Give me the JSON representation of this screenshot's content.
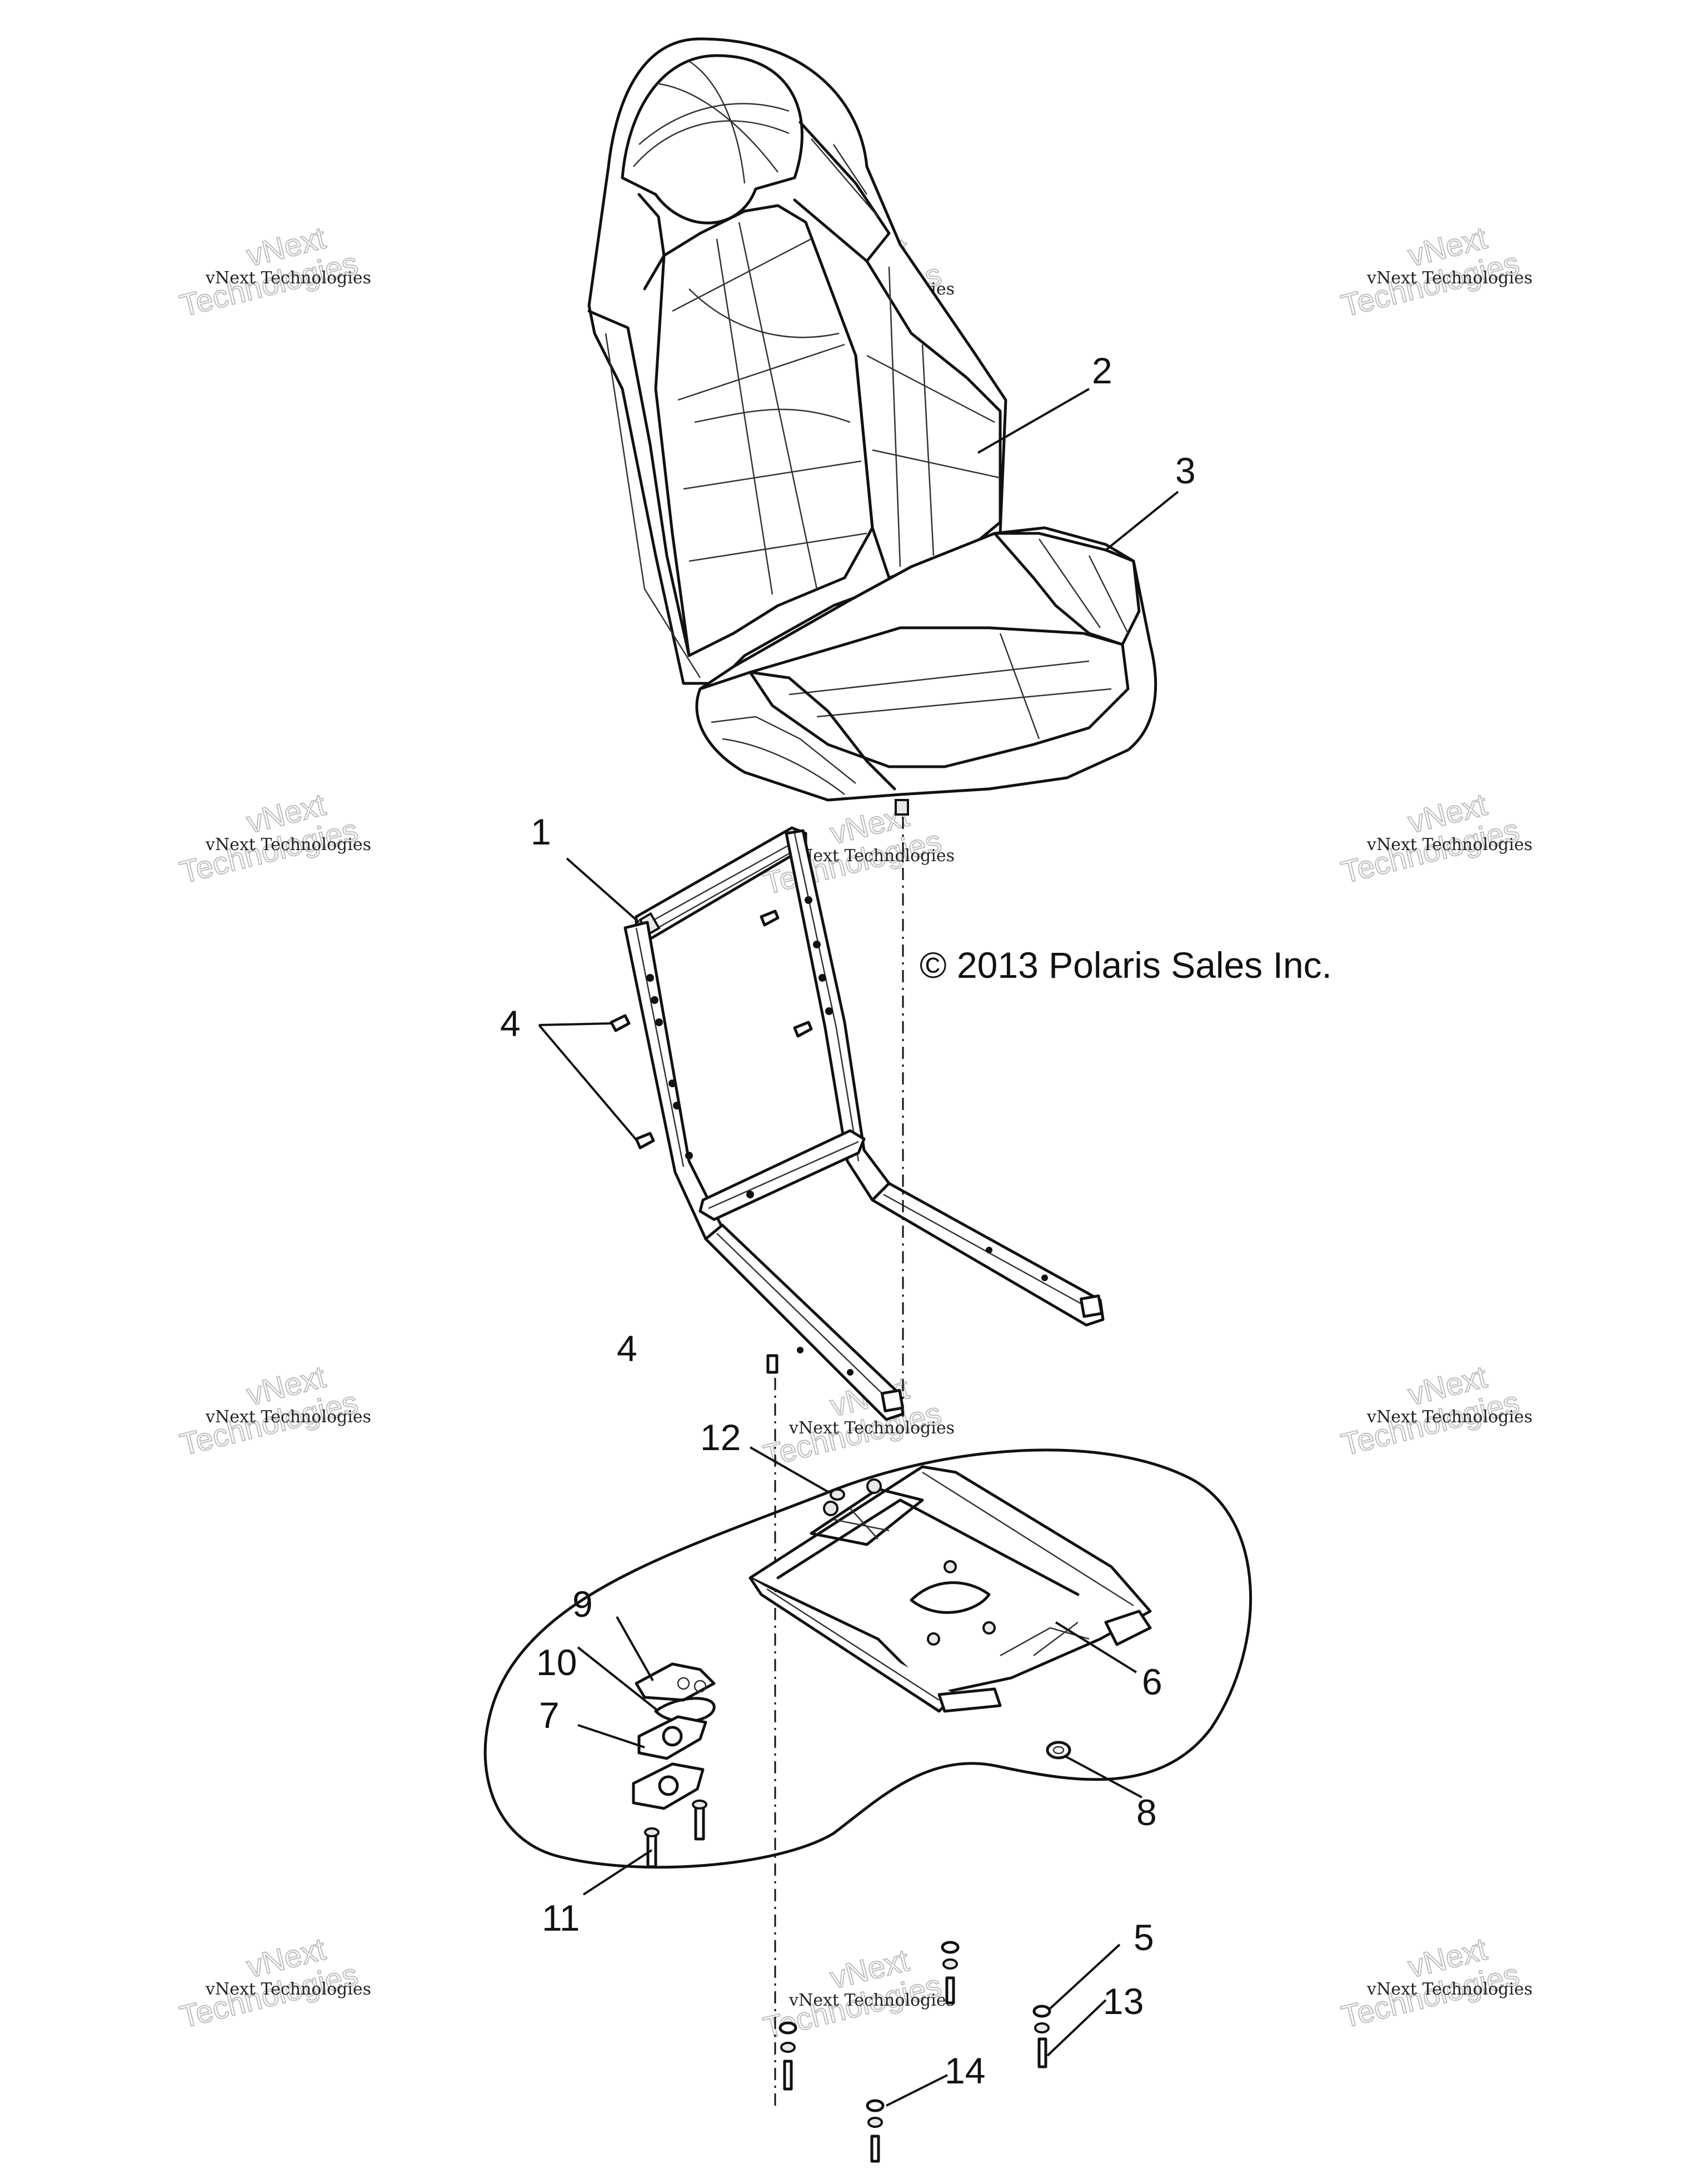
{
  "copyright": "© 2013 Polaris Sales Inc.",
  "watermark": {
    "line_small": "vNext Technologies",
    "big_top": "vNext",
    "big_bottom": "Technologies",
    "color": "#bdbdbd"
  },
  "callouts": [
    "1",
    "2",
    "3",
    "4",
    "4",
    "5",
    "6",
    "7",
    "8",
    "9",
    "10",
    "11",
    "12",
    "13",
    "14"
  ],
  "colors": {
    "line": "#111111",
    "background": "#ffffff"
  }
}
